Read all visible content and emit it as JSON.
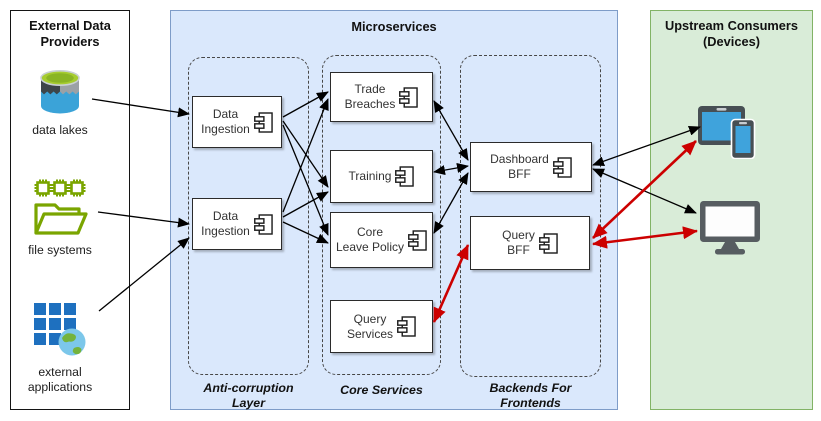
{
  "providers": {
    "title": "External Data\nProviders",
    "items": [
      {
        "label": "data lakes",
        "icon": "data-lake-icon"
      },
      {
        "label": "file systems",
        "icon": "file-systems-icon"
      },
      {
        "label": "external\napplications",
        "icon": "external-applications-icon"
      }
    ]
  },
  "microservices": {
    "title": "Microservices",
    "groups": [
      {
        "label": "Anti-corruption\nLayer",
        "nodes": [
          {
            "id": "di1",
            "label": "Data\nIngestion"
          },
          {
            "id": "di2",
            "label": "Data\nIngestion"
          }
        ]
      },
      {
        "label": "Core Services",
        "nodes": [
          {
            "id": "tb",
            "label": "Trade\nBreaches"
          },
          {
            "id": "tr",
            "label": "Training"
          },
          {
            "id": "clp",
            "label": "Core\nLeave Policy"
          },
          {
            "id": "qs",
            "label": "Query\nServices"
          }
        ]
      },
      {
        "label": "Backends For\nFrontends",
        "nodes": [
          {
            "id": "dbff",
            "label": "Dashboard\nBFF"
          },
          {
            "id": "qbff",
            "label": "Query\nBFF"
          }
        ]
      }
    ]
  },
  "consumers": {
    "title": "Upstream Consumers\n(Devices)",
    "devices": [
      {
        "icon": "tablet-phone-icon"
      },
      {
        "icon": "monitor-icon"
      }
    ]
  },
  "colors": {
    "microservices_fill": "#dae8fc",
    "microservices_border": "#6c8ebf",
    "consumers_fill": "#d5e8d4",
    "consumers_border": "#82b366",
    "provider_green": "#7aa500",
    "app_blue": "#1e70bf",
    "device_gray": "#575d61",
    "screen_blue": "#3fa3dc",
    "arrow_black": "#000000",
    "arrow_red": "#cc0000"
  },
  "arrows": [
    {
      "from": "data-lakes",
      "to": "di1",
      "color": "black",
      "double": false
    },
    {
      "from": "file-systems",
      "to": "di2",
      "color": "black",
      "double": false
    },
    {
      "from": "external-applications",
      "to": "di2",
      "color": "black",
      "double": false
    },
    {
      "from": "di1",
      "to": "tb",
      "color": "black",
      "double": false
    },
    {
      "from": "di1",
      "to": "tr",
      "color": "black",
      "double": false
    },
    {
      "from": "di1",
      "to": "clp",
      "color": "black",
      "double": false
    },
    {
      "from": "di2",
      "to": "tb",
      "color": "black",
      "double": false
    },
    {
      "from": "di2",
      "to": "tr",
      "color": "black",
      "double": false
    },
    {
      "from": "di2",
      "to": "clp",
      "color": "black",
      "double": false
    },
    {
      "from": "tb",
      "to": "dbff",
      "color": "black",
      "double": true
    },
    {
      "from": "tr",
      "to": "dbff",
      "color": "black",
      "double": true
    },
    {
      "from": "clp",
      "to": "dbff",
      "color": "black",
      "double": true
    },
    {
      "from": "qs",
      "to": "qbff",
      "color": "red",
      "double": true
    },
    {
      "from": "dbff",
      "to": "tablet",
      "color": "black",
      "double": true
    },
    {
      "from": "dbff",
      "to": "monitor",
      "color": "black",
      "double": true
    },
    {
      "from": "qbff",
      "to": "tablet",
      "color": "red",
      "double": true
    },
    {
      "from": "qbff",
      "to": "monitor",
      "color": "red",
      "double": true
    }
  ]
}
